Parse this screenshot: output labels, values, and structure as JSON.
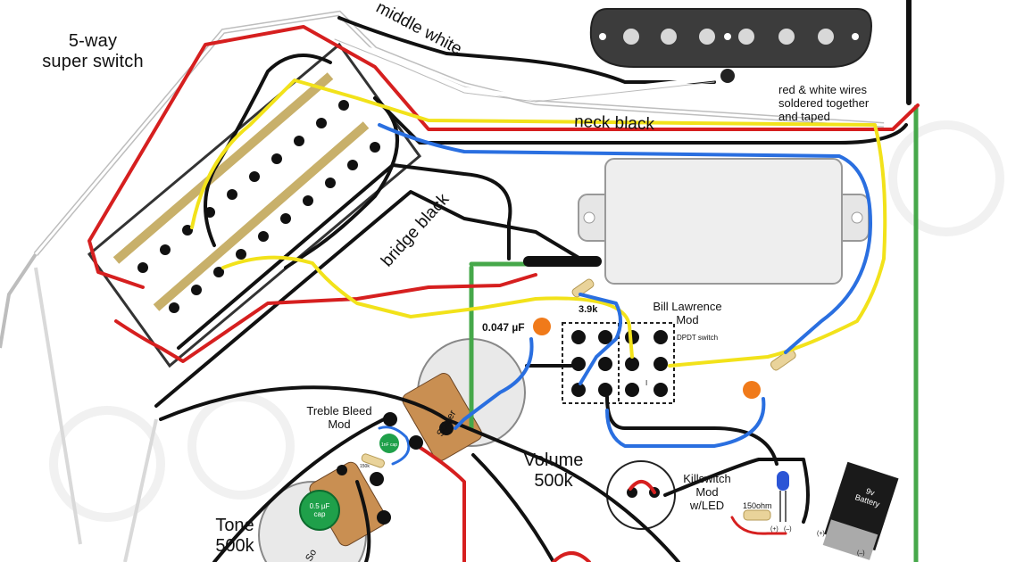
{
  "diagram": {
    "labels": {
      "switch": "5-way\nsuper switch",
      "middle_white": "middle white",
      "neck_black": "neck black",
      "bridge_black": "bridge black",
      "red_white_note": "red & white wires\nsoldered together\nand taped",
      "bill_lawrence": "Bill Lawrence\nMod",
      "dpdt": "DPDT switch",
      "cap_value": "0.047 µF",
      "resistor_value": "3.9k",
      "treble_bleed": "Treble Bleed\nMod",
      "volume": "Volume\n500k",
      "tone": "Tone\n500k",
      "killswitch": "Killswitch\nMod\nw/LED",
      "resistor_150": "150ohm",
      "battery": "9v\nBattery",
      "solder_vol": "Solder",
      "solder_tone": "So",
      "tone_cap": "0.5 µF\ncap",
      "bleed_cap": "1nF cap",
      "bleed_res": "150k",
      "plus": "(+)",
      "minus": "(–)",
      "switch_mark": "I"
    },
    "colors": {
      "wire_black": "#111111",
      "wire_red": "#d61f1f",
      "wire_yellow": "#f2e21a",
      "wire_blue": "#2a6fe0",
      "wire_green": "#46a84a",
      "pickup_fill": "#3c3c3c",
      "humbucker_fill": "#eeeeee",
      "pot_fill": "#e9e9e9",
      "cap_orange": "#f07a1a",
      "cap_green": "#1fa04a",
      "resistor_tan": "#e9d39a",
      "led_blue": "#2b55d6",
      "switch_gold": "#c8b06a"
    }
  }
}
